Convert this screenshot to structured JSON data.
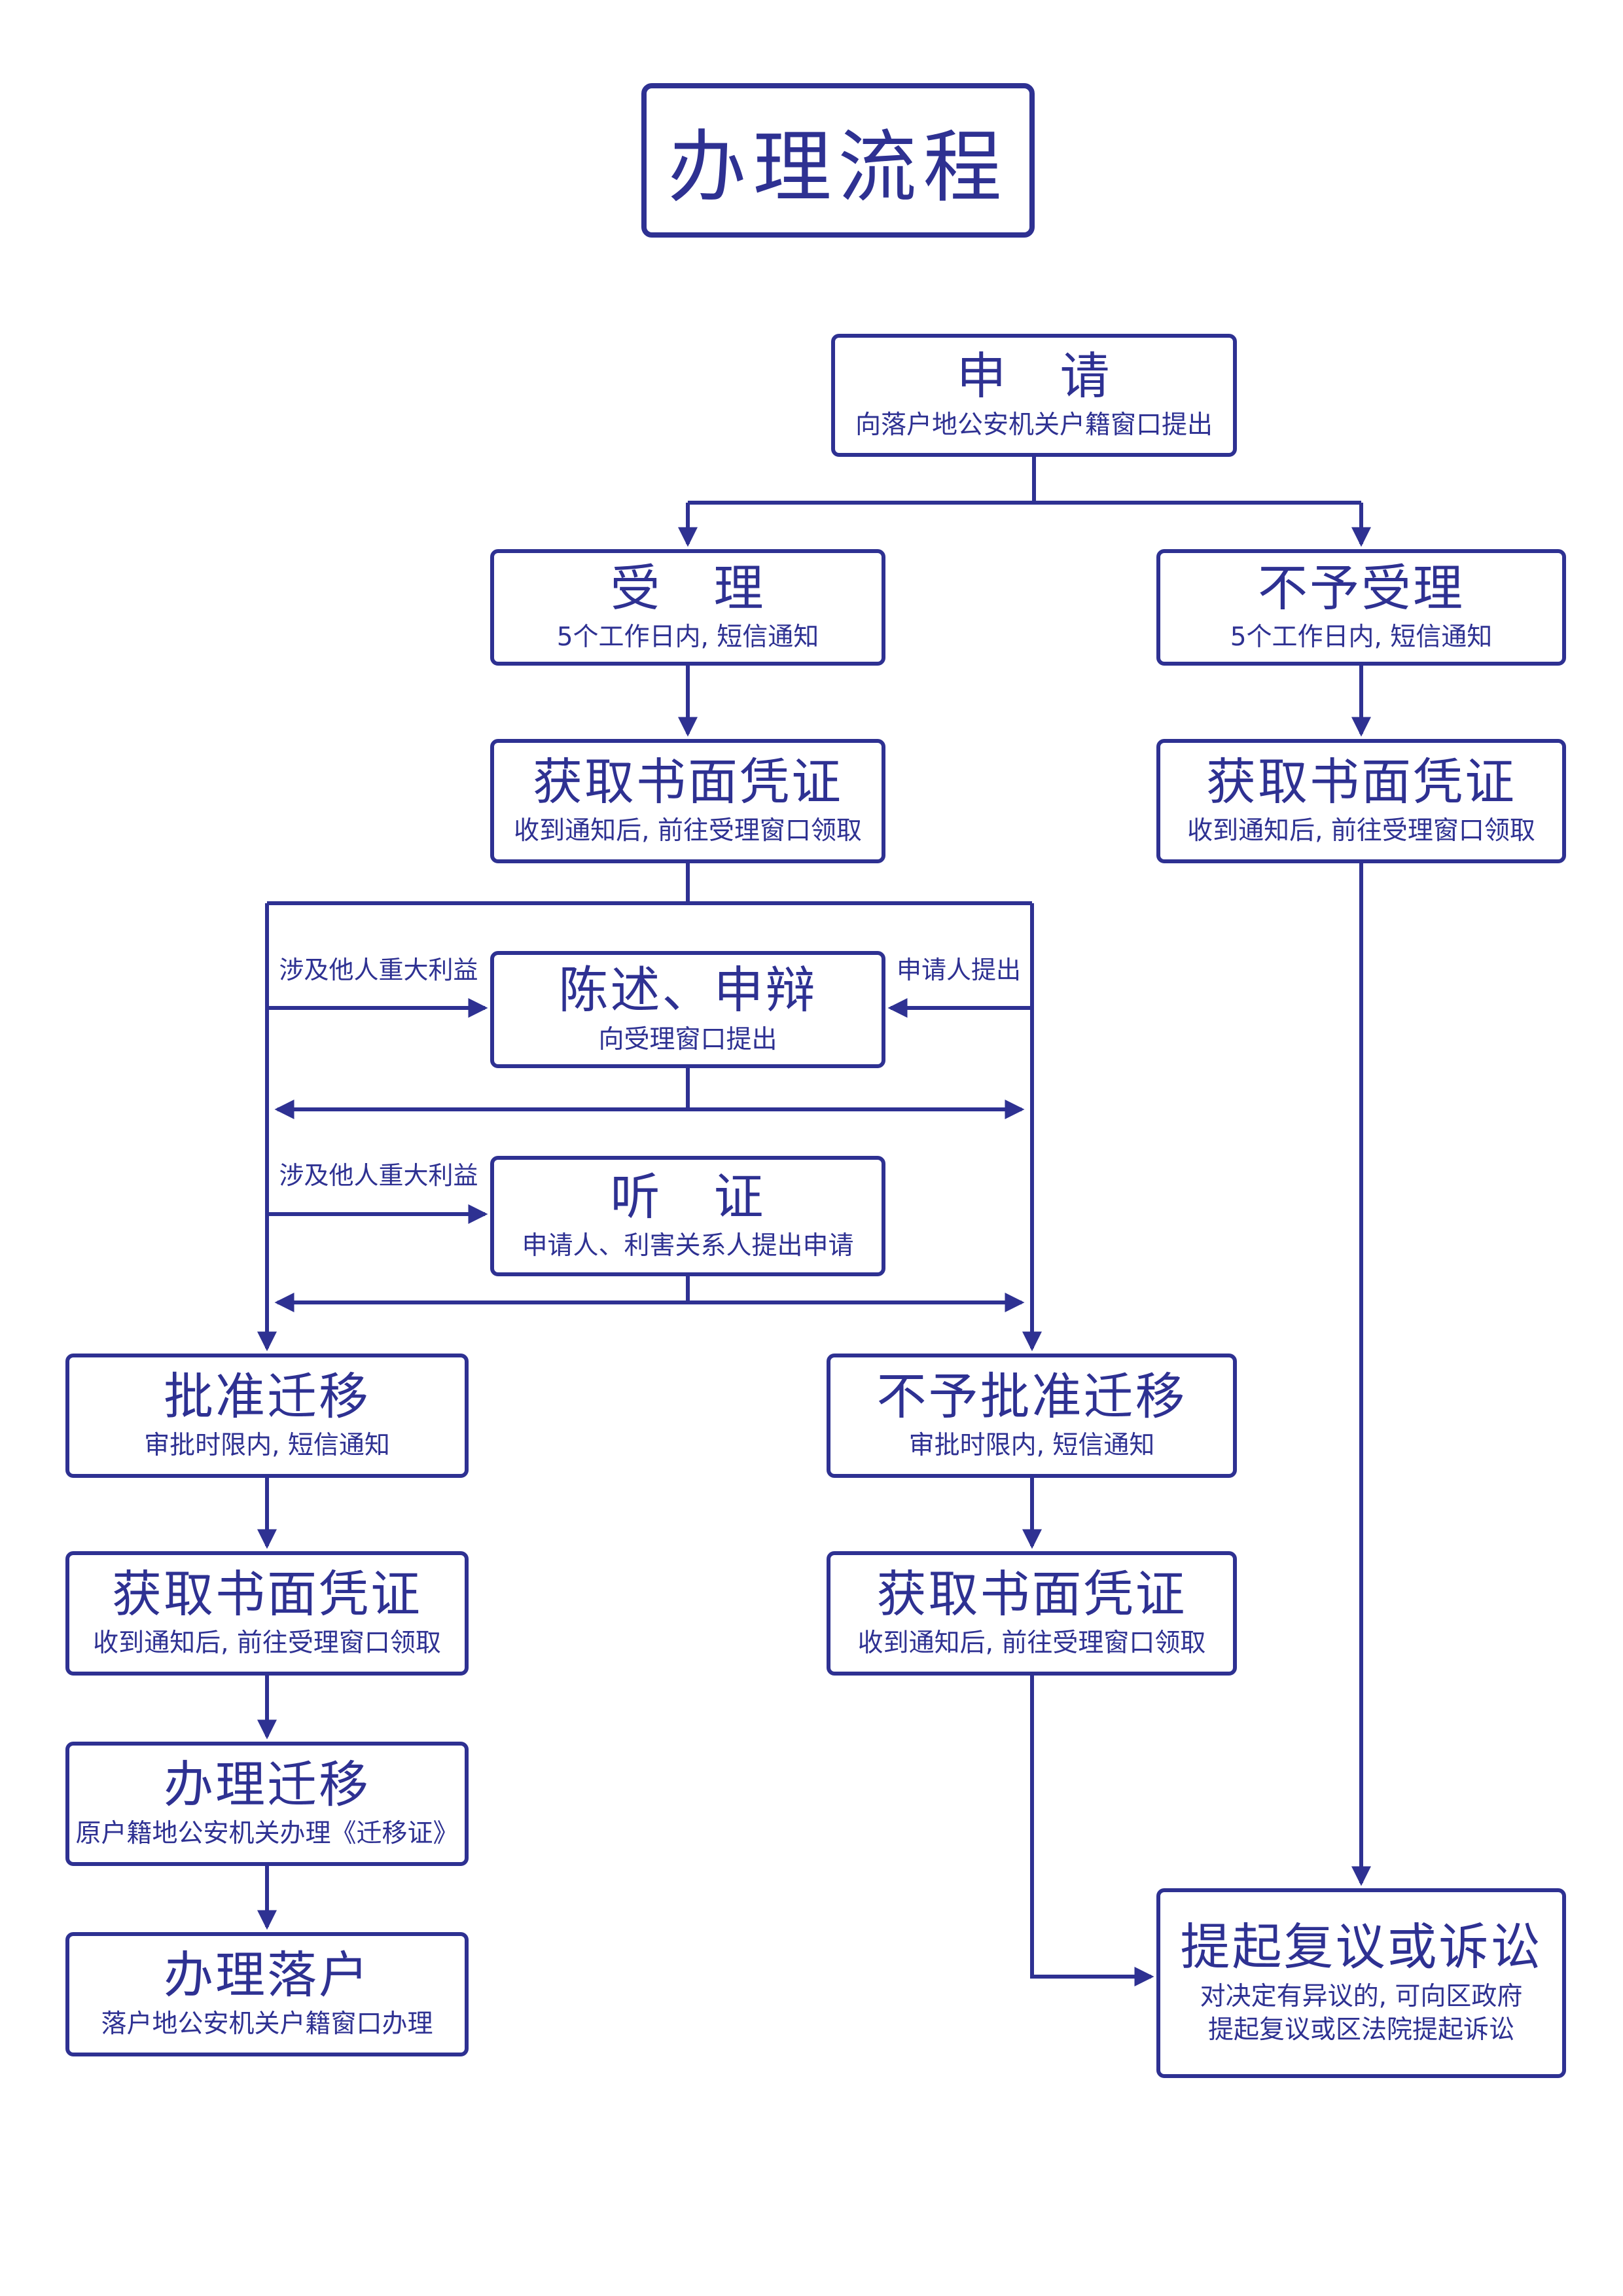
{
  "diagram": {
    "title": "办理流程",
    "colors": {
      "ink": "#2e3192",
      "background": "#ffffff"
    },
    "nodes": {
      "apply": {
        "title": "申　请",
        "subtitle": "向落户地公安机关户籍窗口提出"
      },
      "accept": {
        "title": "受　理",
        "subtitle": "5个工作日内, 短信通知"
      },
      "not_accept": {
        "title": "不予受理",
        "subtitle": "5个工作日内, 短信通知"
      },
      "cert_accept": {
        "title": "获取书面凭证",
        "subtitle": "收到通知后, 前往受理窗口领取"
      },
      "cert_not_accept": {
        "title": "获取书面凭证",
        "subtitle": "收到通知后, 前往受理窗口领取"
      },
      "statement": {
        "title": "陈述、申辩",
        "subtitle": "向受理窗口提出"
      },
      "hearing": {
        "title": "听　证",
        "subtitle": "申请人、利害关系人提出申请"
      },
      "approve": {
        "title": "批准迁移",
        "subtitle": "审批时限内, 短信通知"
      },
      "not_approve": {
        "title": "不予批准迁移",
        "subtitle": "审批时限内, 短信通知"
      },
      "cert_approve": {
        "title": "获取书面凭证",
        "subtitle": "收到通知后, 前往受理窗口领取"
      },
      "cert_not_approve": {
        "title": "获取书面凭证",
        "subtitle": "收到通知后, 前往受理窗口领取"
      },
      "transfer": {
        "title": "办理迁移",
        "subtitle": "原户籍地公安机关办理《迁移证》"
      },
      "settle": {
        "title": "办理落户",
        "subtitle": "落户地公安机关户籍窗口办理"
      },
      "appeal": {
        "title": "提起复议或诉讼",
        "subtitle_line1": "对决定有异议的, 可向区政府",
        "subtitle_line2": "提起复议或区法院提起诉讼"
      }
    },
    "edge_labels": {
      "statement_left": "涉及他人重大利益",
      "statement_right": "申请人提出",
      "hearing_left": "涉及他人重大利益"
    }
  }
}
